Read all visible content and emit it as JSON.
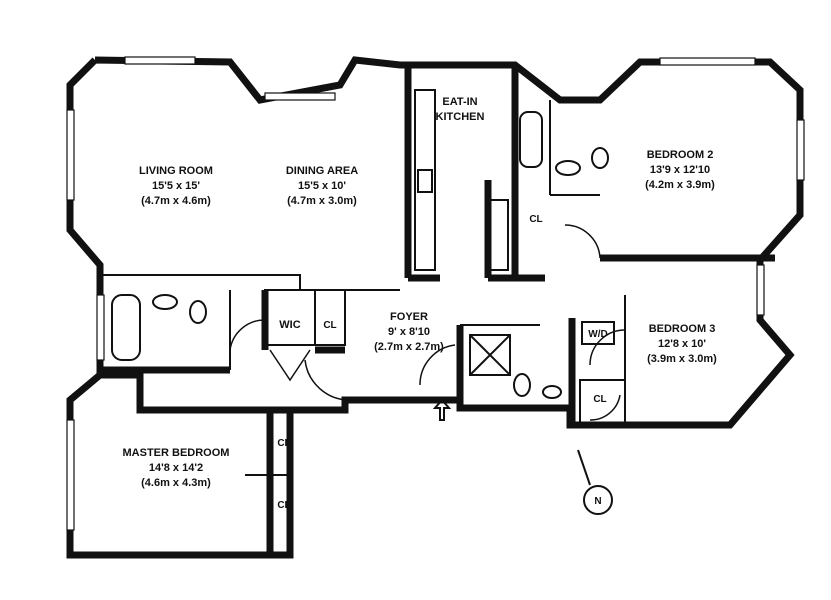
{
  "rooms": {
    "living": {
      "name": "LIVING ROOM",
      "imperial": "15'5 x 15'",
      "metric": "(4.7m x 4.6m)"
    },
    "dining": {
      "name": "DINING AREA",
      "imperial": "15'5 x 10'",
      "metric": "(4.7m x 3.0m)"
    },
    "kitchen": {
      "name_line1": "EAT-IN",
      "name_line2": "KITCHEN"
    },
    "bedroom2": {
      "name": "BEDROOM 2",
      "imperial": "13'9 x 12'10",
      "metric": "(4.2m x 3.9m)"
    },
    "bedroom3": {
      "name": "BEDROOM 3",
      "imperial": "12'8 x 10'",
      "metric": "(3.9m x 3.0m)"
    },
    "foyer": {
      "name": "FOYER",
      "imperial": "9' x 8'10",
      "metric": "(2.7m x 2.7m)"
    },
    "master": {
      "name": "MASTER BEDROOM",
      "imperial": "14'8 x 14'2",
      "metric": "(4.6m x 4.3m)"
    }
  },
  "labels": {
    "wic": "WIC",
    "closet": "CL",
    "washer_dryer": "W/D",
    "north": "N"
  }
}
